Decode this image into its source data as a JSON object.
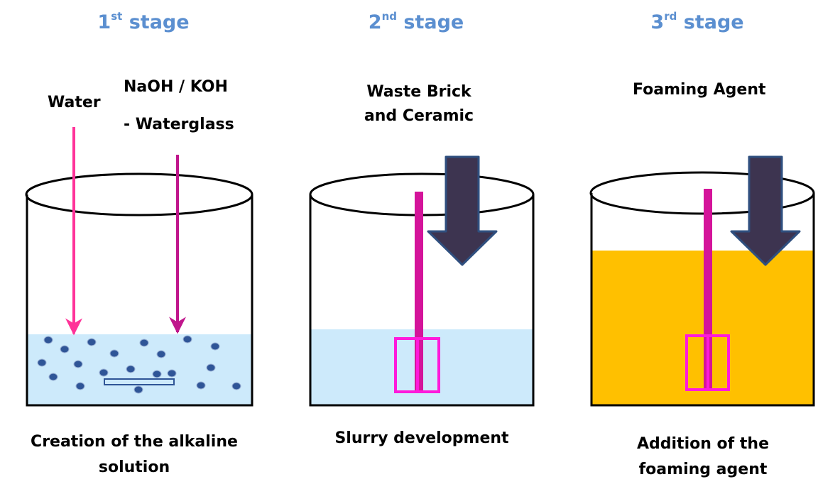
{
  "stages": [
    {
      "num": "1",
      "suffix": "st",
      "word": "stage"
    },
    {
      "num": "2",
      "suffix": "nd",
      "word": "stage"
    },
    {
      "num": "3",
      "suffix": "rd",
      "word": "stage"
    }
  ],
  "inputs": {
    "water": "Water",
    "naoh": "NaOH / KOH",
    "waterglass": "- Waterglass",
    "waste_line1": "Waste Brick",
    "waste_line2": "and Ceramic",
    "foaming": "Foaming Agent"
  },
  "captions": {
    "stage1_line1": "Creation of the alkaline",
    "stage1_line2": "solution",
    "stage2": "Slurry development",
    "stage3_line1": "Addition of the",
    "stage3_line2": "foaming agent"
  },
  "colors": {
    "title": "#5b8fd0",
    "solution": "#cdeafb",
    "foam": "#ffc000",
    "water_arrow": "#ff3399",
    "waterglass_arrow": "#c0168c",
    "mixer_rod": "#d4149a",
    "mixer_blade": "#ff1adb",
    "big_arrow": "#3d3450",
    "big_arrow_outline": "#2f4f7f",
    "particle": "#2f5597"
  }
}
